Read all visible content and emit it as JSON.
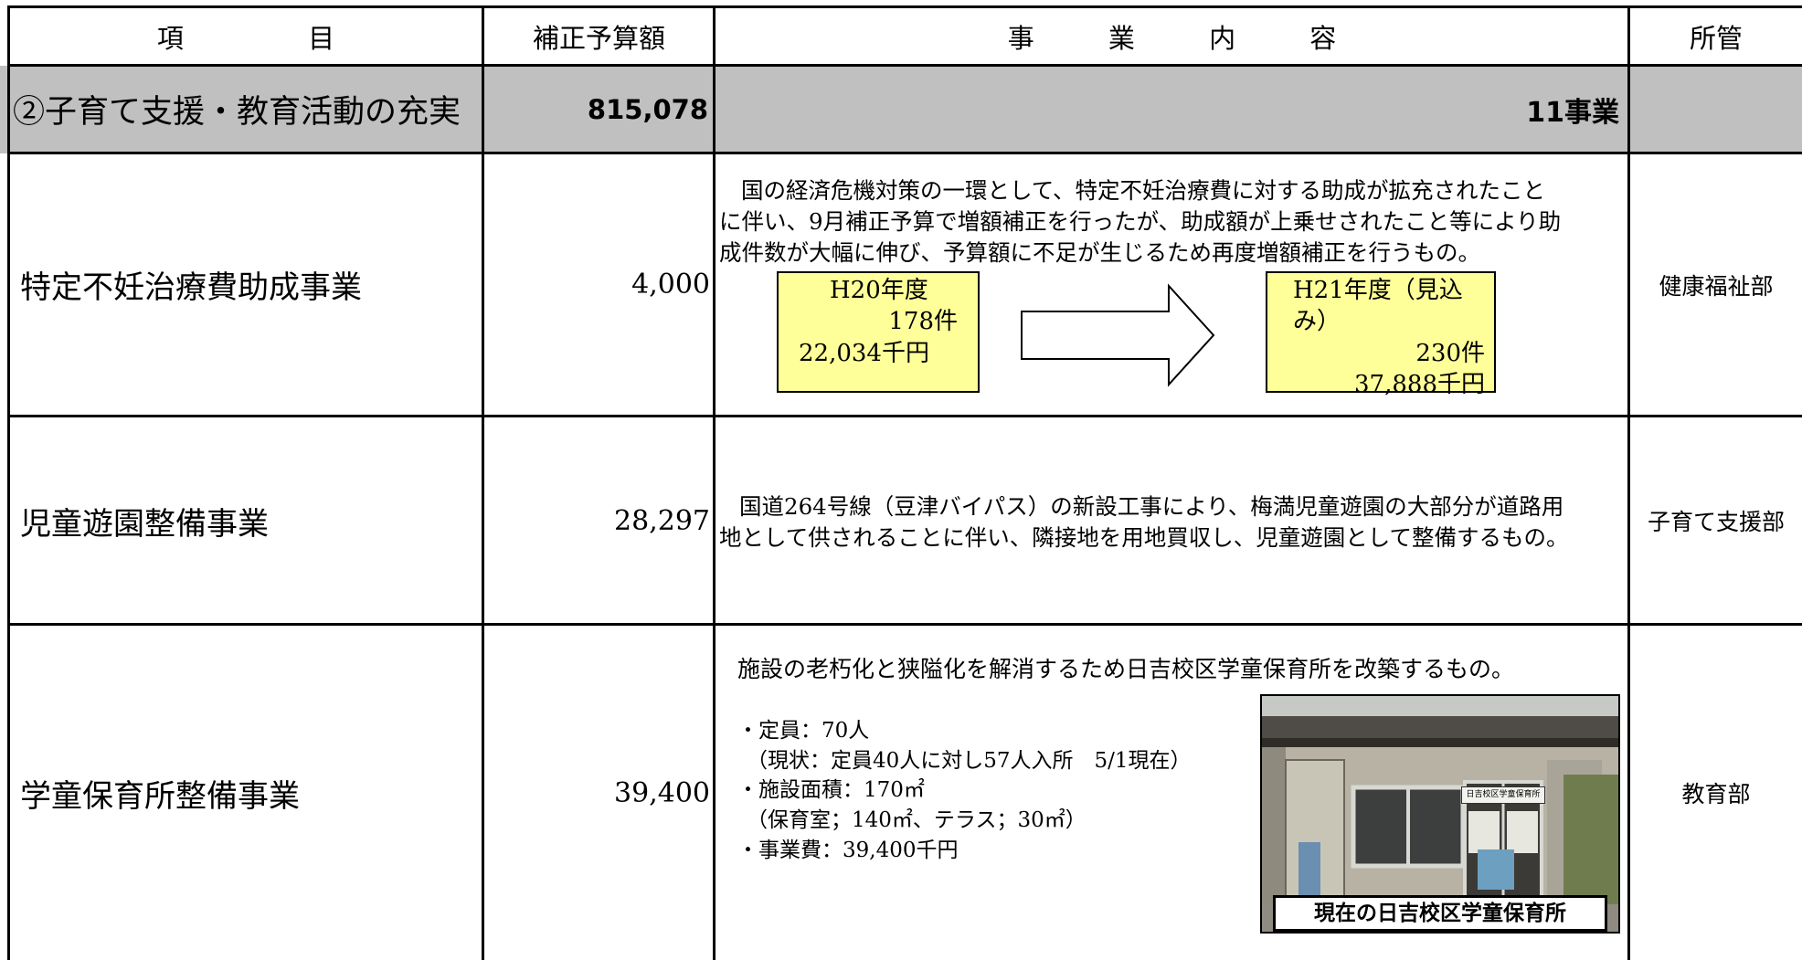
{
  "header": {
    "item": "項　　目",
    "budget": "補正予算額",
    "content": "事　業　内　容",
    "dept": "所管"
  },
  "section": {
    "title": "②子育て支援・教育活動の充実",
    "amount": "815,078",
    "count": "11事業"
  },
  "rows": [
    {
      "name": "特定不妊治療費助成事業",
      "amount": "4,000",
      "dept": "健康福祉部",
      "description": [
        "国の経済危機対策の一環として、特定不妊治療費に対する助成が拡充されたこと",
        "に伴い、9月補正予算で増額補正を行ったが、助成額が上乗せされたこと等により助",
        "成件数が大幅に伸び、予算額に不足が生じるため再度増額補正を行うもの。"
      ],
      "before": {
        "year": "H20年度",
        "count": "178件",
        "amount": "22,034千円"
      },
      "after": {
        "year": "H21年度（見込み）",
        "count": "230件",
        "amount": "37,888千円"
      }
    },
    {
      "name": "児童遊園整備事業",
      "amount": "28,297",
      "dept": "子育て支援部",
      "description": [
        "国道264号線（豆津バイパス）の新設工事により、梅満児童遊園の大部分が道路用",
        "地として供されることに伴い、隣接地を用地買収し、児童遊園として整備するもの。"
      ]
    },
    {
      "name": "学童保育所整備事業",
      "amount": "39,400",
      "dept": "教育部",
      "description": "施設の老朽化と狭隘化を解消するため日吉校区学童保育所を改築するもの。",
      "details": [
        "・定員：70人",
        "（現状：定員40人に対し57人入所　5/1現在）",
        "・施設面積：170㎡",
        "（保育室；140㎡、テラス；30㎡）",
        "・事業費：39,400千円"
      ],
      "photo_caption": "現在の日吉校区学童保育所",
      "photo_sign": "日吉校区学童保育所"
    }
  ],
  "colors": {
    "section_bg": "#c0c0c0",
    "highlight_box": "#ffff99",
    "border": "#000000"
  }
}
